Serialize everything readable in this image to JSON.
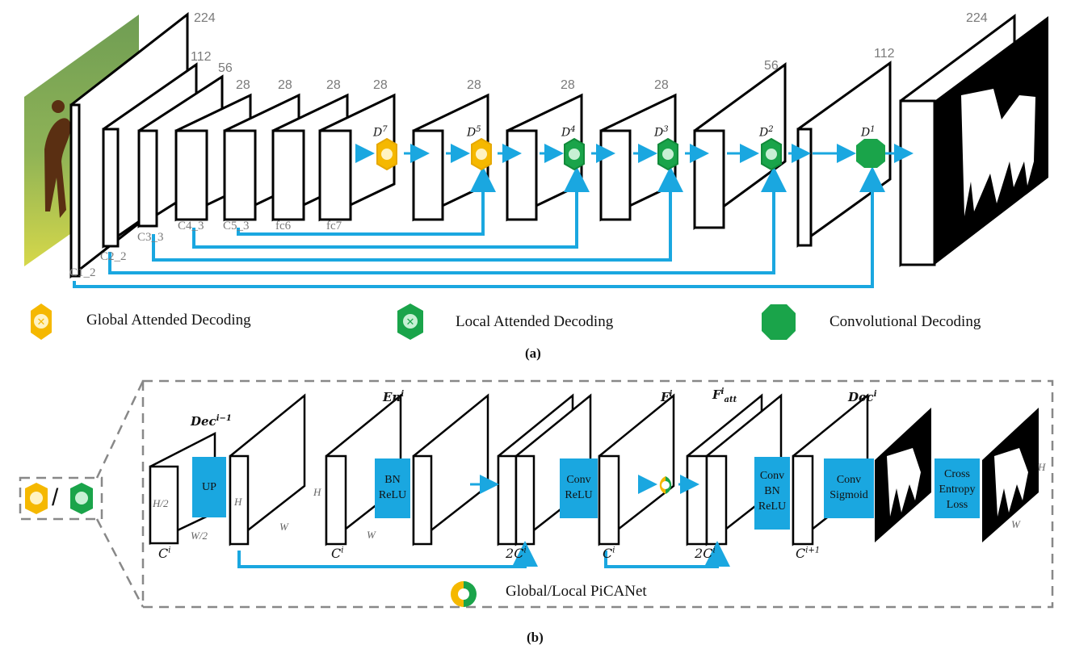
{
  "part_a": {
    "encoder_dims": [
      "224",
      "112",
      "56",
      "28",
      "28",
      "28",
      "28"
    ],
    "encoder_layers": [
      "C1_2",
      "C2_2",
      "C3_3",
      "C4_3",
      "C5_3",
      "fc6",
      "fc7"
    ],
    "decoder_dims": [
      "28",
      "28",
      "28",
      "56",
      "112",
      "224"
    ],
    "decoder_modules": [
      "D",
      "D",
      "D",
      "D",
      "D",
      "D"
    ],
    "decoder_module_indices": [
      "7",
      "5",
      "4",
      "3",
      "2",
      "1"
    ],
    "legend": {
      "global": "Global Attended Decoding",
      "local": "Local Attended Decoding",
      "conv": "Convolutional Decoding"
    },
    "caption": "(a)"
  },
  "part_b": {
    "dec_prev": "Dec",
    "dec_prev_sup": "i−1",
    "en": "En",
    "en_sup": "i",
    "f": "F",
    "f_sup": "i",
    "f_att": "F",
    "f_att_sup": "i",
    "f_att_sub": "att",
    "dec": "Dec",
    "dec_sup": "i",
    "blocks": {
      "up": "UP",
      "bn_relu_1": "BN",
      "bn_relu_2": "ReLU",
      "conv_relu_1": "Conv",
      "conv_relu_2": "ReLU",
      "conv_bn_relu_1": "Conv",
      "conv_bn_relu_2": "BN",
      "conv_bn_relu_3": "ReLU",
      "conv_sigmoid_1": "Conv",
      "conv_sigmoid_2": "Sigmoid",
      "loss_1": "Cross",
      "loss_2": "Entropy",
      "loss_3": "Loss"
    },
    "dims": {
      "h_half": "H/2",
      "w_half": "W/2",
      "h": "H",
      "w": "W"
    },
    "channels": {
      "c": "C",
      "c_sup": "i",
      "two": "2",
      "c_next_sup": "i+1"
    },
    "picanet_label": "Global/Local PiCANet",
    "slash": "/",
    "caption": "(b)"
  },
  "colors": {
    "arrow": "#1aa7e0",
    "block": "#1aa7e0",
    "global": "#f5b800",
    "local": "#1aa44a",
    "conv": "#1aa44a",
    "dashed": "#888888"
  }
}
